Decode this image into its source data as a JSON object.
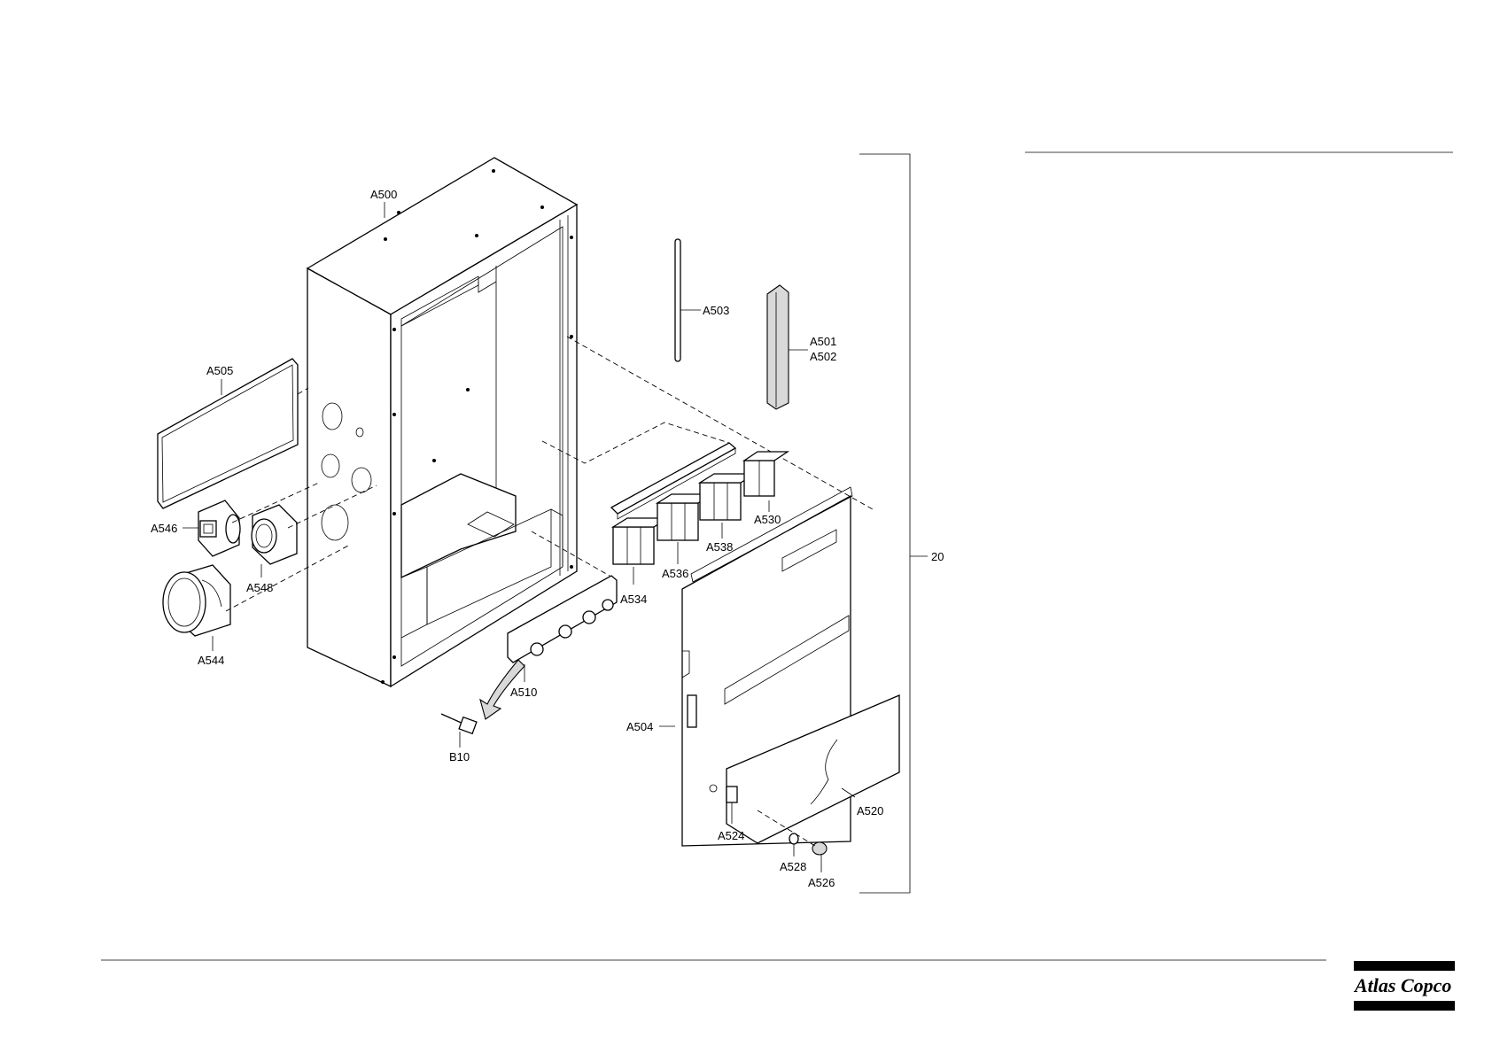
{
  "callouts": {
    "A500": "A500",
    "A503": "A503",
    "A501": "A501",
    "A502": "A502",
    "A505": "A505",
    "A546": "A546",
    "A548": "A548",
    "A544": "A544",
    "A530": "A530",
    "A538": "A538",
    "A536": "A536",
    "A534": "A534",
    "A510": "A510",
    "B10": "B10",
    "A504": "A504",
    "A520": "A520",
    "A524": "A524",
    "A528": "A528",
    "A526": "A526",
    "group_20": "20"
  },
  "logo": {
    "text": "Atlas Copco"
  }
}
